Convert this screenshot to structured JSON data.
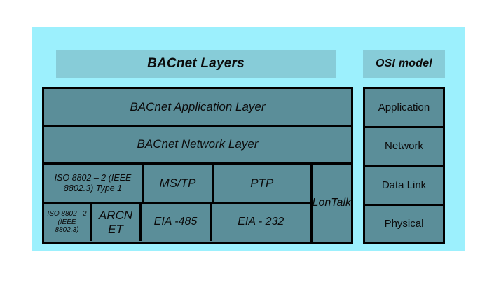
{
  "diagram": {
    "title": "BACnet Layers vs OSI model",
    "colors": {
      "background": "#9cf0fd",
      "banner_fill": "#87ccd8",
      "box_fill": "#5b8e99",
      "border": "#000000",
      "text": "#0b0b0b"
    }
  },
  "headers": {
    "bacnet": "BACnet Layers",
    "osi": "OSI model"
  },
  "bacnet_stack": {
    "application_layer": "BACnet Application Layer",
    "network_layer": "BACnet Network Layer",
    "data_link_row": [
      "ISO 8802 – 2 (IEEE 8802.3) Type 1",
      "MS/TP",
      "PTP"
    ],
    "physical_row": [
      "ISO 8802– 2 (IEEE 8802.3)",
      "ARCN ET",
      "EIA -485",
      "EIA - 232"
    ],
    "spanning_cell": "LonTalk"
  },
  "osi_stack": {
    "layers": [
      "Application",
      "Network",
      "Data Link",
      "Physical"
    ]
  }
}
